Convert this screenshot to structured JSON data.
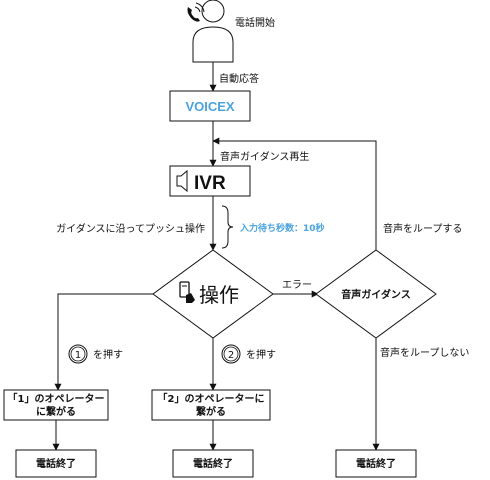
{
  "colors": {
    "stroke": "#111111",
    "accent": "#4aa3df",
    "fill": "#ffffff"
  },
  "caller": {
    "label": "電話開始",
    "icon": "phone-icon"
  },
  "edges": {
    "auto_answer": "自動応答",
    "voice_guidance_playback": "音声ガイダンス再生",
    "push_operation": "ガイダンスに沿ってプッシュ操作",
    "wait_time": "入力待ち秒数：10秒",
    "error": "エラー",
    "loop": "音声をループする",
    "no_loop": "音声をループしない",
    "press1_num": "1",
    "press1_text": "を押す",
    "press2_num": "2",
    "press2_text": "を押す"
  },
  "nodes": {
    "voicex": "VOICEX",
    "ivr": "IVR",
    "ivr_icon": "speaker-icon",
    "operation": "操作",
    "operation_icon": "phone-press-icon",
    "guidance": "音声ガイダンス",
    "op1_line1": "「1」のオペレーター",
    "op1_line2": "に繋がる",
    "op2_line1": "「2」のオペレーターに",
    "op2_line2": "繋がる",
    "end1": "電話終了",
    "end2": "電話終了",
    "end3": "電話終了"
  }
}
